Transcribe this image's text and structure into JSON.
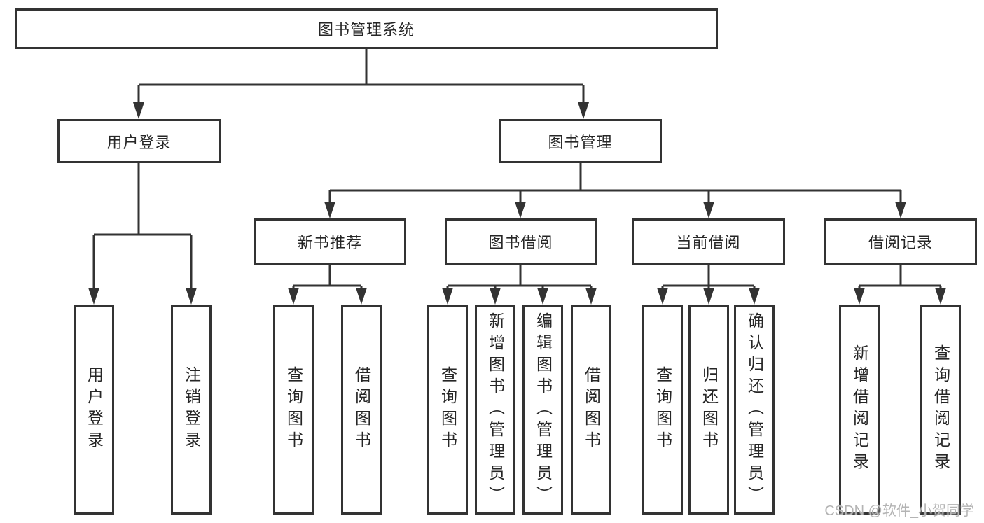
{
  "colors": {
    "line": "#333333",
    "text": "#262626",
    "box_fill": "#ffffff",
    "background": "#ffffff",
    "watermark": "#b4b4b4"
  },
  "diagram": {
    "root": {
      "label": "图书管理系统"
    },
    "branches": [
      {
        "label": "用户登录",
        "children": [
          {
            "label": "用户登录"
          },
          {
            "label": "注销登录"
          }
        ]
      },
      {
        "label": "图书管理",
        "children": [
          {
            "label": "新书推荐",
            "children": [
              {
                "label": "查询图书"
              },
              {
                "label": "借阅图书"
              }
            ]
          },
          {
            "label": "图书借阅",
            "children": [
              {
                "label": "查询图书"
              },
              {
                "label": "新增图书（管理员）"
              },
              {
                "label": "编辑图书（管理员）"
              },
              {
                "label": "借阅图书"
              }
            ]
          },
          {
            "label": "当前借阅",
            "children": [
              {
                "label": "查询图书"
              },
              {
                "label": "归还图书"
              },
              {
                "label": "确认归还（管理员）"
              }
            ]
          },
          {
            "label": "借阅记录",
            "children": [
              {
                "label": "新增借阅记录"
              },
              {
                "label": "查询借阅记录"
              }
            ]
          }
        ]
      }
    ]
  },
  "watermark": {
    "text": "CSDN @软件_小贺同学"
  }
}
